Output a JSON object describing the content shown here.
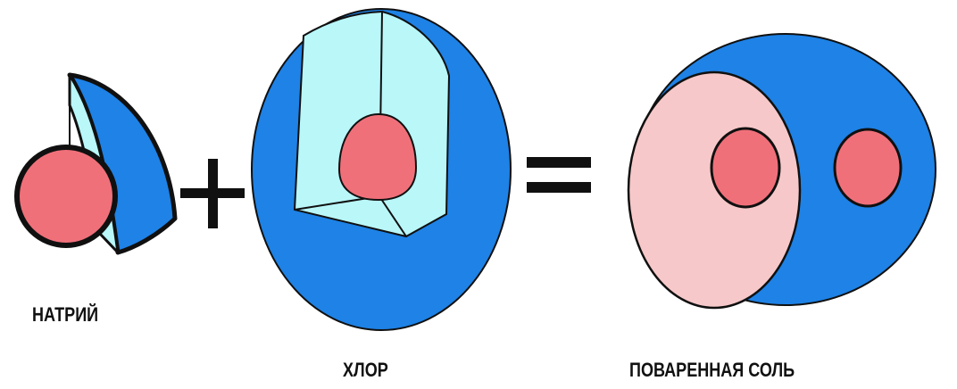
{
  "labels": {
    "sodium": "НАТРИЙ",
    "chlorine": "ХЛОР",
    "salt": "ПОВАРЕННАЯ СОЛЬ"
  },
  "operators": {
    "plus": "+",
    "equals": "="
  },
  "colors": {
    "shell_blue": "#1e82e6",
    "inner_cyan": "#b9f7f9",
    "nucleus_pink": "#f0707a",
    "salt_pink": "#f7c8c9",
    "outline": "#101010",
    "background": "#ffffff"
  }
}
